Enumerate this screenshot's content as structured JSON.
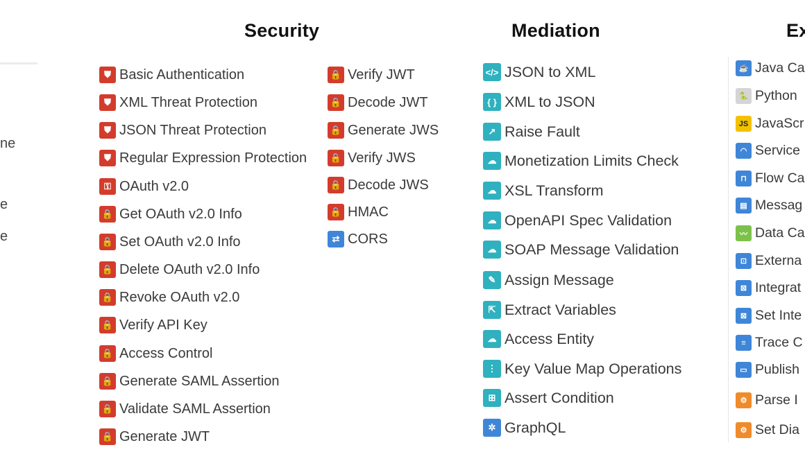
{
  "left_fragments": [
    "ne",
    "e",
    "e"
  ],
  "columns": {
    "security": {
      "heading": "Security"
    },
    "mediation": {
      "heading": "Mediation"
    },
    "extension": {
      "heading": "Ex"
    }
  },
  "security_left": [
    {
      "label": "Basic Authentication",
      "icon": "shield-icon",
      "color": "#d33c2c"
    },
    {
      "label": "XML Threat Protection",
      "icon": "shield-icon",
      "color": "#d33c2c"
    },
    {
      "label": "JSON Threat Protection",
      "icon": "shield-icon",
      "color": "#d33c2c"
    },
    {
      "label": "Regular Expression Protection",
      "icon": "shield-icon",
      "color": "#d33c2c"
    },
    {
      "label": "OAuth v2.0",
      "icon": "oauth-icon",
      "color": "#d33c2c"
    },
    {
      "label": "Get OAuth v2.0 Info",
      "icon": "lock-icon",
      "color": "#d33c2c"
    },
    {
      "label": "Set OAuth v2.0 Info",
      "icon": "lock-icon",
      "color": "#d33c2c"
    },
    {
      "label": "Delete OAuth v2.0 Info",
      "icon": "lock-icon",
      "color": "#d33c2c"
    },
    {
      "label": "Revoke OAuth v2.0",
      "icon": "lock-icon",
      "color": "#d33c2c"
    },
    {
      "label": "Verify API Key",
      "icon": "lock-icon",
      "color": "#d33c2c"
    },
    {
      "label": "Access Control",
      "icon": "lock-icon",
      "color": "#d33c2c"
    },
    {
      "label": "Generate SAML Assertion",
      "icon": "lock-icon",
      "color": "#d33c2c"
    },
    {
      "label": "Validate SAML Assertion",
      "icon": "lock-icon",
      "color": "#d33c2c"
    },
    {
      "label": "Generate JWT",
      "icon": "lock-icon",
      "color": "#d33c2c"
    }
  ],
  "security_right": [
    {
      "label": "Verify JWT",
      "icon": "lock-icon",
      "color": "#d33c2c"
    },
    {
      "label": "Decode JWT",
      "icon": "lock-icon",
      "color": "#d33c2c"
    },
    {
      "label": "Generate JWS",
      "icon": "lock-icon",
      "color": "#d33c2c"
    },
    {
      "label": "Verify JWS",
      "icon": "lock-icon",
      "color": "#d33c2c"
    },
    {
      "label": "Decode JWS",
      "icon": "lock-icon",
      "color": "#d33c2c"
    },
    {
      "label": "HMAC",
      "icon": "lock-icon",
      "color": "#d33c2c"
    },
    {
      "label": "CORS",
      "icon": "cors-icon",
      "color": "#3f86d8"
    }
  ],
  "mediation": [
    {
      "label": "JSON to XML",
      "icon": "code-icon",
      "color": "#2fb1bf"
    },
    {
      "label": "XML to JSON",
      "icon": "braces-icon",
      "color": "#2fb1bf"
    },
    {
      "label": "Raise Fault",
      "icon": "fault-icon",
      "color": "#2fb1bf"
    },
    {
      "label": "Monetization Limits Check",
      "icon": "cloud-check-icon",
      "color": "#2fb1bf"
    },
    {
      "label": "XSL Transform",
      "icon": "cloud-check-icon",
      "color": "#2fb1bf"
    },
    {
      "label": "OpenAPI Spec Validation",
      "icon": "cloud-check-icon",
      "color": "#2fb1bf"
    },
    {
      "label": "SOAP Message Validation",
      "icon": "cloud-check-icon",
      "color": "#2fb1bf"
    },
    {
      "label": "Assign Message",
      "icon": "pencil-icon",
      "color": "#2fb1bf"
    },
    {
      "label": "Extract Variables",
      "icon": "extract-icon",
      "color": "#2fb1bf"
    },
    {
      "label": "Access Entity",
      "icon": "cloud-check-icon",
      "color": "#2fb1bf"
    },
    {
      "label": "Key Value Map Operations",
      "icon": "kvm-icon",
      "color": "#2fb1bf"
    },
    {
      "label": "Assert Condition",
      "icon": "assert-icon",
      "color": "#2fb1bf"
    },
    {
      "label": "GraphQL",
      "icon": "graphql-icon",
      "color": "#3f86d8"
    }
  ],
  "extension": [
    {
      "label": "Java Ca",
      "icon": "java-icon",
      "color": "#3f86d8"
    },
    {
      "label": "Python",
      "icon": "python-icon",
      "color": "#d5d5d5"
    },
    {
      "label": "JavaScr",
      "icon": "javascript-icon",
      "color": "#f2c200"
    },
    {
      "label": "Service",
      "icon": "service-icon",
      "color": "#3f86d8"
    },
    {
      "label": "Flow Ca",
      "icon": "flow-icon",
      "color": "#3f86d8"
    },
    {
      "label": "Messag",
      "icon": "message-icon",
      "color": "#3f86d8"
    },
    {
      "label": "Data Ca",
      "icon": "data-icon",
      "color": "#7cc24a"
    },
    {
      "label": "Externa",
      "icon": "external-icon",
      "color": "#3f86d8"
    },
    {
      "label": "Integrat",
      "icon": "integration-icon",
      "color": "#3f86d8"
    },
    {
      "label": "Set Inte",
      "icon": "integration-icon",
      "color": "#3f86d8"
    },
    {
      "label": "Trace C",
      "icon": "trace-icon",
      "color": "#3f86d8"
    },
    {
      "label": "Publish",
      "icon": "publish-icon",
      "color": "#3f86d8"
    },
    {
      "label": "Parse I",
      "icon": "parse-icon",
      "color": "#f08b2c"
    },
    {
      "label": "Set Dia",
      "icon": "diag-icon",
      "color": "#f08b2c"
    }
  ]
}
